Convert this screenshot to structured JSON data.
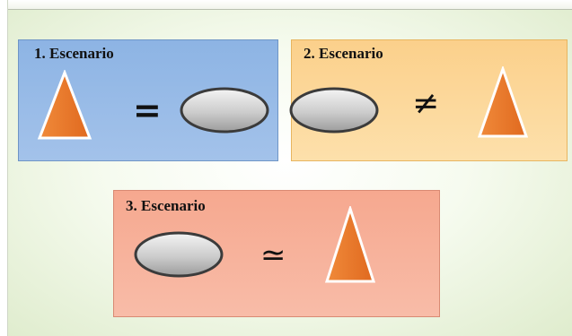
{
  "scenarios": [
    {
      "title": "1. Escenario",
      "relation": "="
    },
    {
      "title": "2. Escenario",
      "relation": "≠"
    },
    {
      "title": "3. Escenario",
      "relation": "≃"
    }
  ],
  "colors": {
    "panel_1": "#a3c2ea",
    "panel_2": "#fde0ab",
    "panel_3": "#f8bca8",
    "cone": "#ec7a2c",
    "ellipse": "#c8c8c8"
  },
  "shapes": {
    "cone": "orange-cone-icon",
    "ellipse": "gray-ellipse-icon"
  }
}
